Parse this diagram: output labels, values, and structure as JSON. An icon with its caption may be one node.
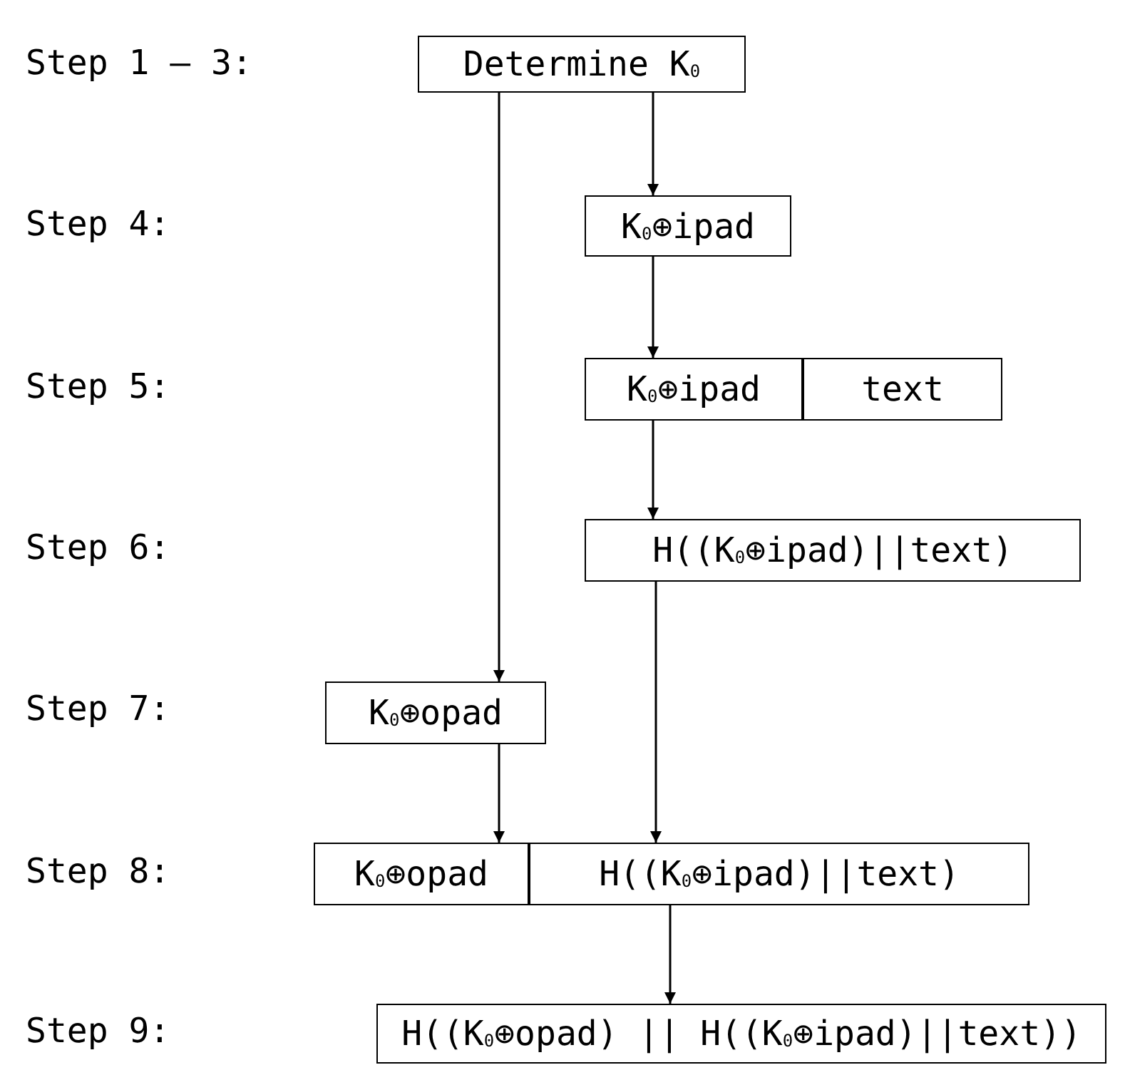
{
  "diagram": {
    "nodes": [
      {
        "text": [
          "Determine K$_{0}$"
        ]
      },
      {
        "text": [
          "K$_{0}$⊕ipad"
        ]
      },
      {
        "text": [
          "K$_{0}$⊕ipad"
        ]
      },
      {
        "text": [
          "text"
        ]
      },
      {
        "text": [
          "H((K$_{0}$⊕ipad)||text)"
        ]
      },
      {
        "text": [
          "K$_{0}$⊕opad"
        ]
      },
      {
        "text": [
          "K$_{0}$⊕opad"
        ]
      },
      {
        "text": [
          "H((K$_{0}$⊕ipad)||text)"
        ]
      },
      {
        "text": [
          "H((K$_{0}$⊕opad) || H((K$_{0}$⊕ipad)||text))"
        ]
      }
    ],
    "edges": [
      {
        "from": 0,
        "to": 1,
        "arrow": "to"
      },
      {
        "from": 0,
        "to": 5,
        "arrow": "to"
      },
      {
        "from": 1,
        "to": 2,
        "arrow": "to"
      },
      {
        "from": 2,
        "to": 4,
        "arrow": "to"
      },
      {
        "from": 4,
        "to": 7,
        "arrow": "to"
      },
      {
        "from": 5,
        "to": 6,
        "arrow": "to"
      },
      {
        "from": 7,
        "to": 8,
        "arrow": "to"
      }
    ],
    "labels": [
      "Step 1 – 3:",
      "Step 4:",
      "Step 5:",
      "Step 6:",
      "Step 7:",
      "Step 8:",
      "Step 9:"
    ]
  }
}
